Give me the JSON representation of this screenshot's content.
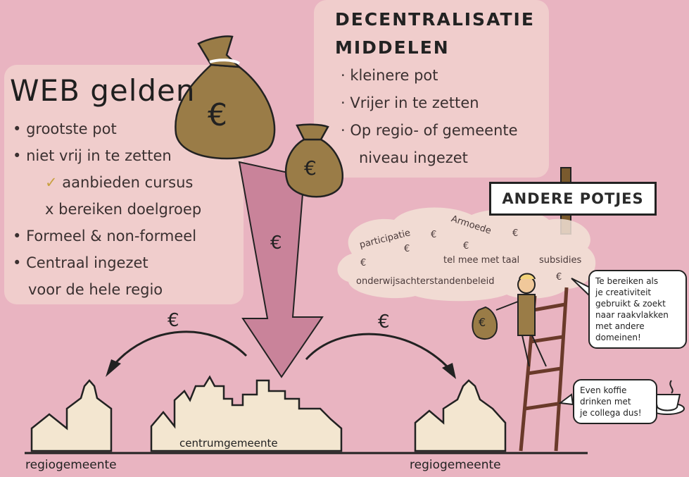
{
  "web": {
    "title": "WEB gelden",
    "items": [
      "grootste pot",
      "niet vrij in te zetten",
      "aanbieden cursus",
      "bereiken doelgroep",
      "Formeel & non-formeel",
      "Centraal ingezet",
      "voor de hele regio"
    ],
    "check_mark": "✓",
    "cross_mark": "x"
  },
  "decentral": {
    "title_line1": "DECENTRALISATIE",
    "title_line2": "MIDDELEN",
    "items": [
      "kleinere pot",
      "Vrijer in te zetten",
      "Op regio- of gemeente",
      "niveau ingezet"
    ]
  },
  "sign": {
    "label": "ANDERE POTJES"
  },
  "cloud": {
    "words": [
      "participatie",
      "Armoede",
      "tel mee met taal",
      "subsidies",
      "onderwijsachterstandenbeleid"
    ],
    "euro": "€"
  },
  "bubbles": {
    "creativity": [
      "Te bereiken als",
      "je creativiteit",
      "gebruikt & zoekt",
      "naar raakvlakken",
      "met andere",
      "domeinen!"
    ],
    "coffee": [
      "Even koffie",
      "drinken met",
      "je collega dus!"
    ]
  },
  "flow": {
    "euro_symbol": "€"
  },
  "towns": {
    "center": "centrumgemeente",
    "left": "regiogemeente",
    "right": "regiogemeente"
  },
  "colors": {
    "background": "#e9b4c1",
    "bag": "#9a7c47",
    "arrow": "#c9839a",
    "ladder": "#6a3a2a"
  }
}
